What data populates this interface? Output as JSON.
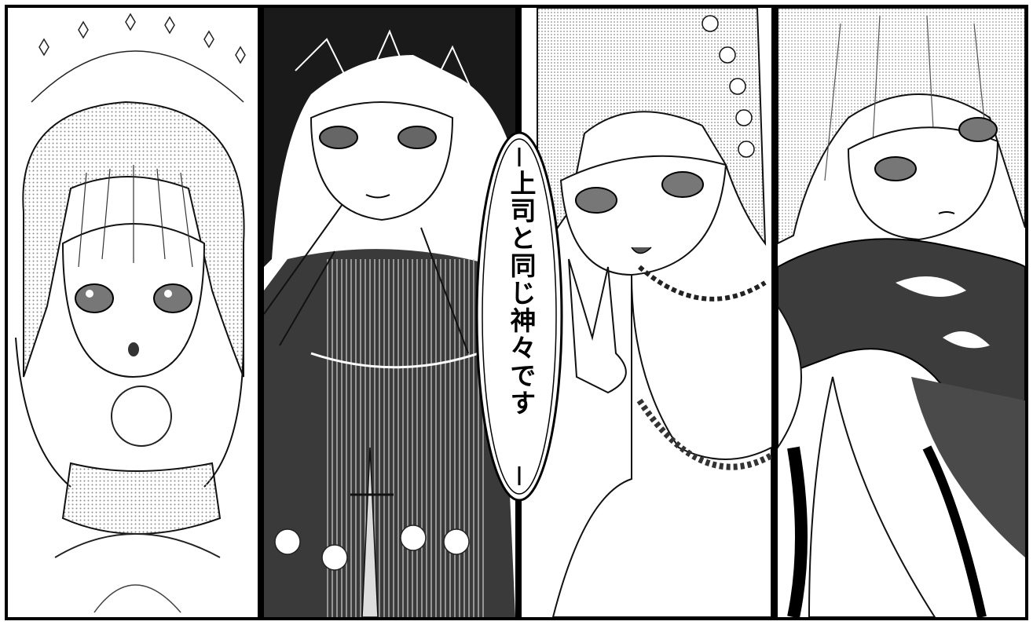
{
  "comic": {
    "panels": [
      {
        "name": "panel-1",
        "character": "girl-with-sparkle-halo"
      },
      {
        "name": "panel-2",
        "character": "long-dark-haired-girl"
      },
      {
        "name": "panel-3",
        "character": "girl-with-flower-crown"
      },
      {
        "name": "panel-4",
        "character": "short-haired-girl-dark-outfit"
      }
    ],
    "speech_bubble": {
      "text": "上司と同じ神々です"
    }
  },
  "colors": {
    "ink": "#000000",
    "paper": "#ffffff",
    "screentone": "#8c8c8c",
    "dark_tone": "#4a4a4a"
  }
}
